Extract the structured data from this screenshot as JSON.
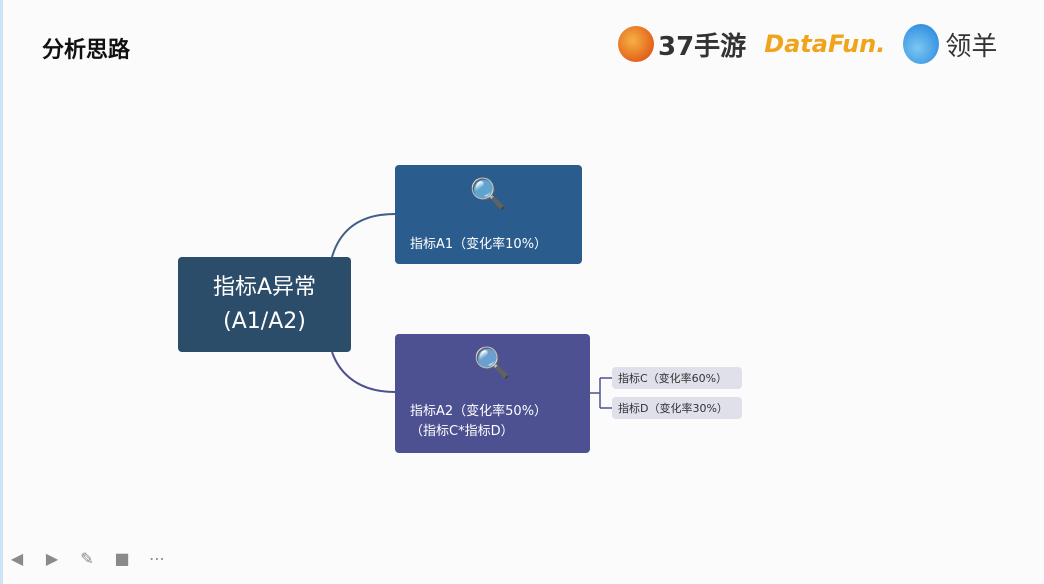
{
  "title": "分析思路",
  "logos": {
    "brand1": "37手游",
    "brand2": "DataFun.",
    "brand3": "领羊"
  },
  "root": {
    "line1": "指标A异常",
    "line2": "(A1/A2)"
  },
  "a1": {
    "label": "指标A1（变化率10%）",
    "icon": "magnifier-icon"
  },
  "a2": {
    "line1": "指标A2（变化率50%）",
    "line2": "（指标C*指标D）",
    "icon": "magnifier-icon"
  },
  "leaves": [
    {
      "label": "指标C（变化率60%）"
    },
    {
      "label": "指标D（变化率30%）"
    }
  ],
  "controls": [
    "previous",
    "play",
    "pen",
    "camera",
    "more"
  ]
}
